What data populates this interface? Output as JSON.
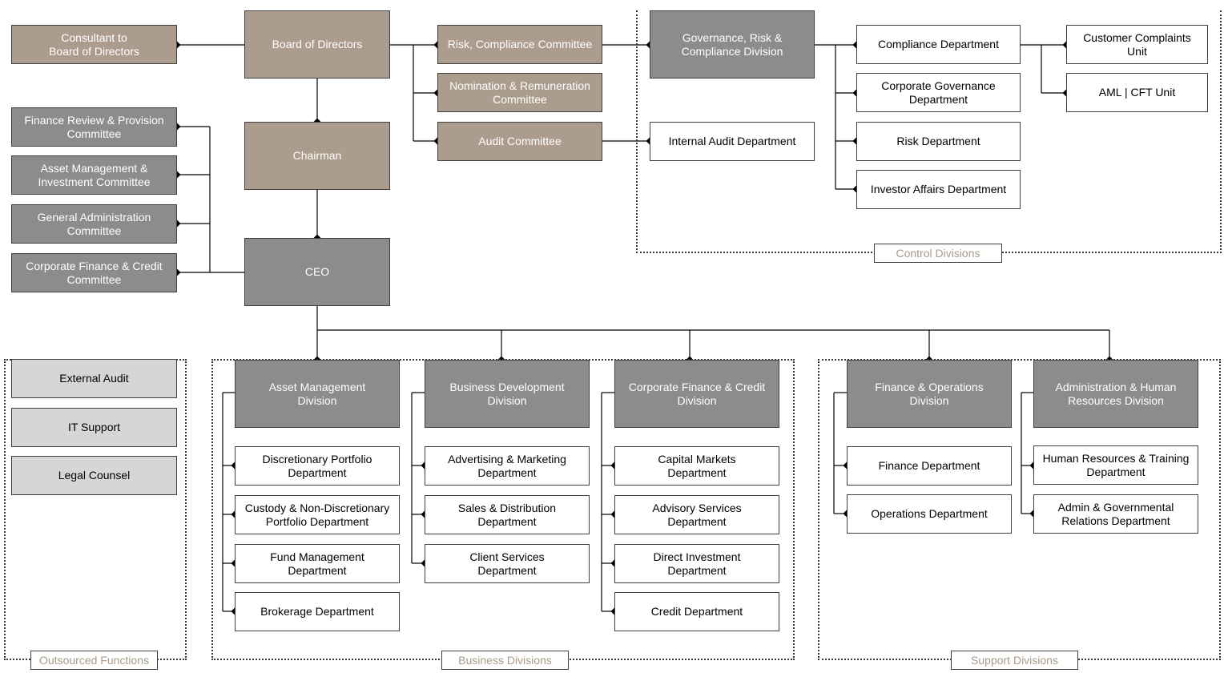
{
  "colors": {
    "tan": "#ac9c8d",
    "grey": "#8c8c8c",
    "light_grey": "#d6d6d6",
    "label_text": "#a99a8b"
  },
  "governance": {
    "consultant": "Consultant to\nBoard of Directors",
    "board": "Board of Directors",
    "chairman": "Chairman",
    "ceo": "CEO",
    "risk_committee": "Risk, Compliance Committee",
    "nomination_committee": "Nomination & Remuneration\nCommittee",
    "audit_committee": "Audit Committee"
  },
  "committees": [
    "Finance Review & Provision\nCommittee",
    "Asset Management &\nInvestment Committee",
    "General Administration\nCommittee",
    "Corporate Finance & Credit\nCommittee"
  ],
  "control": {
    "label": "Control Divisions",
    "grc_division": "Governance, Risk &\nCompliance Division",
    "internal_audit": "Internal Audit Department",
    "departments": [
      "Compliance Department",
      "Corporate Governance\nDepartment",
      "Risk Department",
      "Investor Affairs Department"
    ],
    "units": [
      "Customer Complaints Unit",
      "AML | CFT Unit"
    ]
  },
  "outsourced": {
    "label": "Outsourced Functions",
    "items": [
      "External Audit",
      "IT Support",
      "Legal Counsel"
    ]
  },
  "business": {
    "label": "Business Divisions",
    "divisions": [
      {
        "name": "Asset Management\nDivision",
        "departments": [
          "Discretionary Portfolio\nDepartment",
          "Custody & Non-Discretionary\nPortfolio Department",
          "Fund Management\nDepartment",
          "Brokerage Department"
        ]
      },
      {
        "name": "Business Development\nDivision",
        "departments": [
          "Advertising & Marketing\nDepartment",
          "Sales & Distribution\nDepartment",
          "Client Services\nDepartment"
        ]
      },
      {
        "name": "Corporate Finance & Credit\nDivision",
        "departments": [
          "Capital Markets\nDepartment",
          "Advisory Services\nDepartment",
          "Direct Investment\nDepartment",
          "Credit Department"
        ]
      }
    ]
  },
  "support": {
    "label": "Support Divisions",
    "divisions": [
      {
        "name": "Finance & Operations\nDivision",
        "departments": [
          "Finance Department",
          "Operations Department"
        ]
      },
      {
        "name": "Administration & Human\nResources Division",
        "departments": [
          "Human Resources & Training\nDepartment",
          "Admin & Governmental\nRelations Department"
        ]
      }
    ]
  }
}
